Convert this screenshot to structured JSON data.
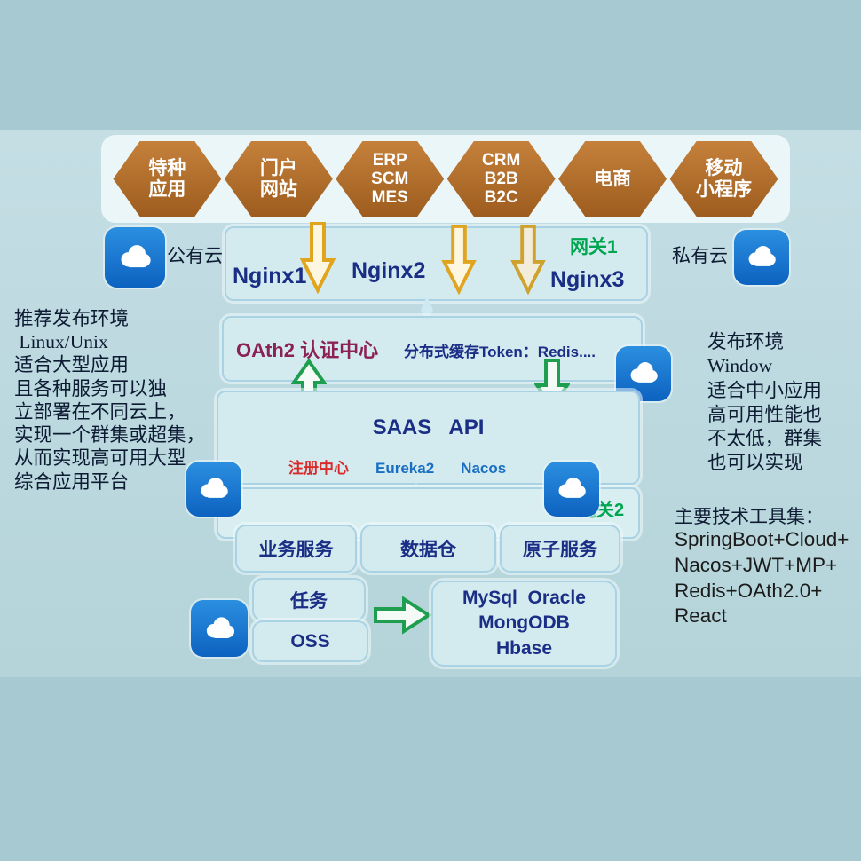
{
  "colors": {
    "hexagon": "#b06b28",
    "box_fill": "#d3ebef",
    "box_border": "#a9d2e4",
    "navy_text": "#1b2e86",
    "green_label": "#00a550",
    "oauth_text": "#8c2156",
    "registry_red": "#d92b2b",
    "registry_blue": "#1a6fc2",
    "cloud_blue": "#1273cf",
    "arrow_gold": "#e0a41e",
    "arrow_green": "#1f9e4f"
  },
  "icons": {
    "cloud_icon": "cloud-shape",
    "down_arrow_icon": "⇩",
    "up_arrow_icon": "⇧",
    "right_arrow_icon": "⇨",
    "connector_node": "vertical-diamond"
  },
  "top_apps": {
    "items": [
      {
        "label": "特种\n应用"
      },
      {
        "label": "门户\n网站"
      },
      {
        "label": "ERP\nSCM\nMES"
      },
      {
        "label": "CRM\nB2B\nB2C"
      },
      {
        "label": "电商"
      },
      {
        "label": "移动\n小程序"
      }
    ]
  },
  "gateway_layer": {
    "public_cloud_label": "公有云",
    "private_cloud_label": "私有云",
    "gateway1_label": "网关1",
    "nginx1": "Nginx1",
    "nginx2": "Nginx2",
    "nginx3": "Nginx3"
  },
  "auth_layer": {
    "oauth_label": "OAth2 认证中心",
    "cache_label": "分布式缓存Token：Redis...."
  },
  "saas_layer": {
    "title": "SAAS   API",
    "registry_label": "注册中心",
    "eureka": "Eureka2",
    "nacos": "Nacos",
    "gateway2_label": "网关2"
  },
  "services": {
    "business": "业务服务",
    "warehouse": "数据仓",
    "atomic": "原子服务",
    "task": "任务",
    "oss": "OSS",
    "db": "MySql  Oracle\nMongODB\nHbase"
  },
  "left_note": "推荐发布环境\n Linux/Unix\n适合大型应用\n且各种服务可以独\n立部署在不同云上，\n实现一个群集或超集，\n从而实现高可用大型\n综合应用平台",
  "right_note": "发布环境\nWindow\n适合中小应用\n高可用性能也\n不太低，群集\n也可以实现",
  "tools_note": {
    "title": "主要技术工具集：",
    "body": "SpringBoot+Cloud+\nNacos+JWT+MP+\nRedis+OAth2.0+\nReact"
  }
}
